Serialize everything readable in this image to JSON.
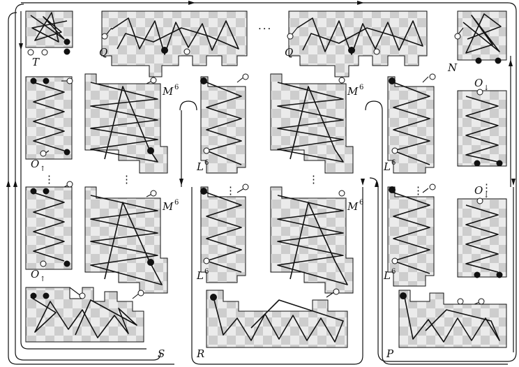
{
  "diagram": {
    "ellipsis_top": "···",
    "ellipsis_vertical": "⋮",
    "labels": {
      "T": "T",
      "Q": "Q",
      "N": "N",
      "M": "M",
      "L": "L",
      "O_up": "O",
      "O_up_sub": "↑",
      "O_down": "O",
      "O_down_sub": "↓",
      "S": "S",
      "R": "R",
      "P": "P",
      "exponent": "6"
    }
  },
  "colors": {
    "ink": "#111111",
    "checker_light": "#e9e9e9",
    "checker_dark": "#c9c9c9",
    "background": "#ffffff"
  }
}
